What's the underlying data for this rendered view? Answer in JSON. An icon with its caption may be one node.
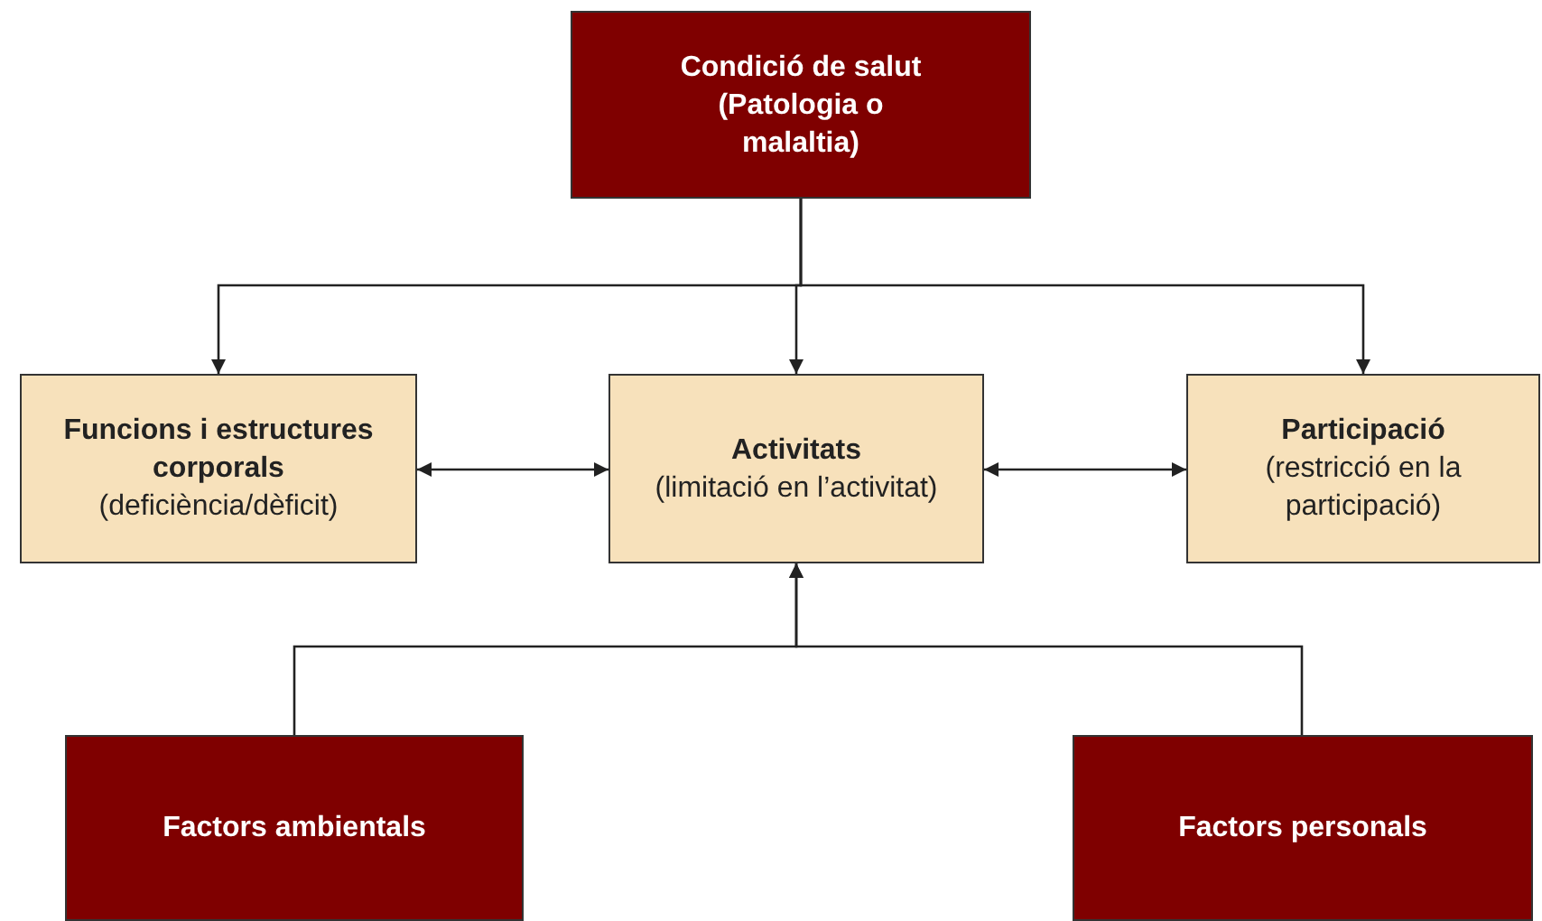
{
  "diagram": {
    "nodes": [
      {
        "text": [
          "Condició de salut",
          "(Patologia o malaltia)"
        ]
      },
      {
        "text": [
          "Funcions i estructures corporals",
          "(deficiència/dèficit)"
        ]
      },
      {
        "text": [
          "Activitats",
          "(limitació en l’activitat)"
        ]
      },
      {
        "text": [
          "Participació",
          "(restricció en la participació)"
        ]
      },
      {
        "text": [
          "Factors ambientals"
        ]
      },
      {
        "text": [
          "Factors personals"
        ]
      }
    ],
    "edges": [
      {
        "from": 0,
        "to": 1,
        "arrow": "to"
      },
      {
        "from": 0,
        "to": 2,
        "arrow": "to"
      },
      {
        "from": 0,
        "to": 3,
        "arrow": "to"
      },
      {
        "from": 1,
        "to": 2,
        "arrow": "both"
      },
      {
        "from": 2,
        "to": 3,
        "arrow": "both"
      },
      {
        "from": 4,
        "to": 2,
        "arrow": "to"
      },
      {
        "from": 5,
        "to": 2,
        "arrow": "to"
      }
    ]
  }
}
